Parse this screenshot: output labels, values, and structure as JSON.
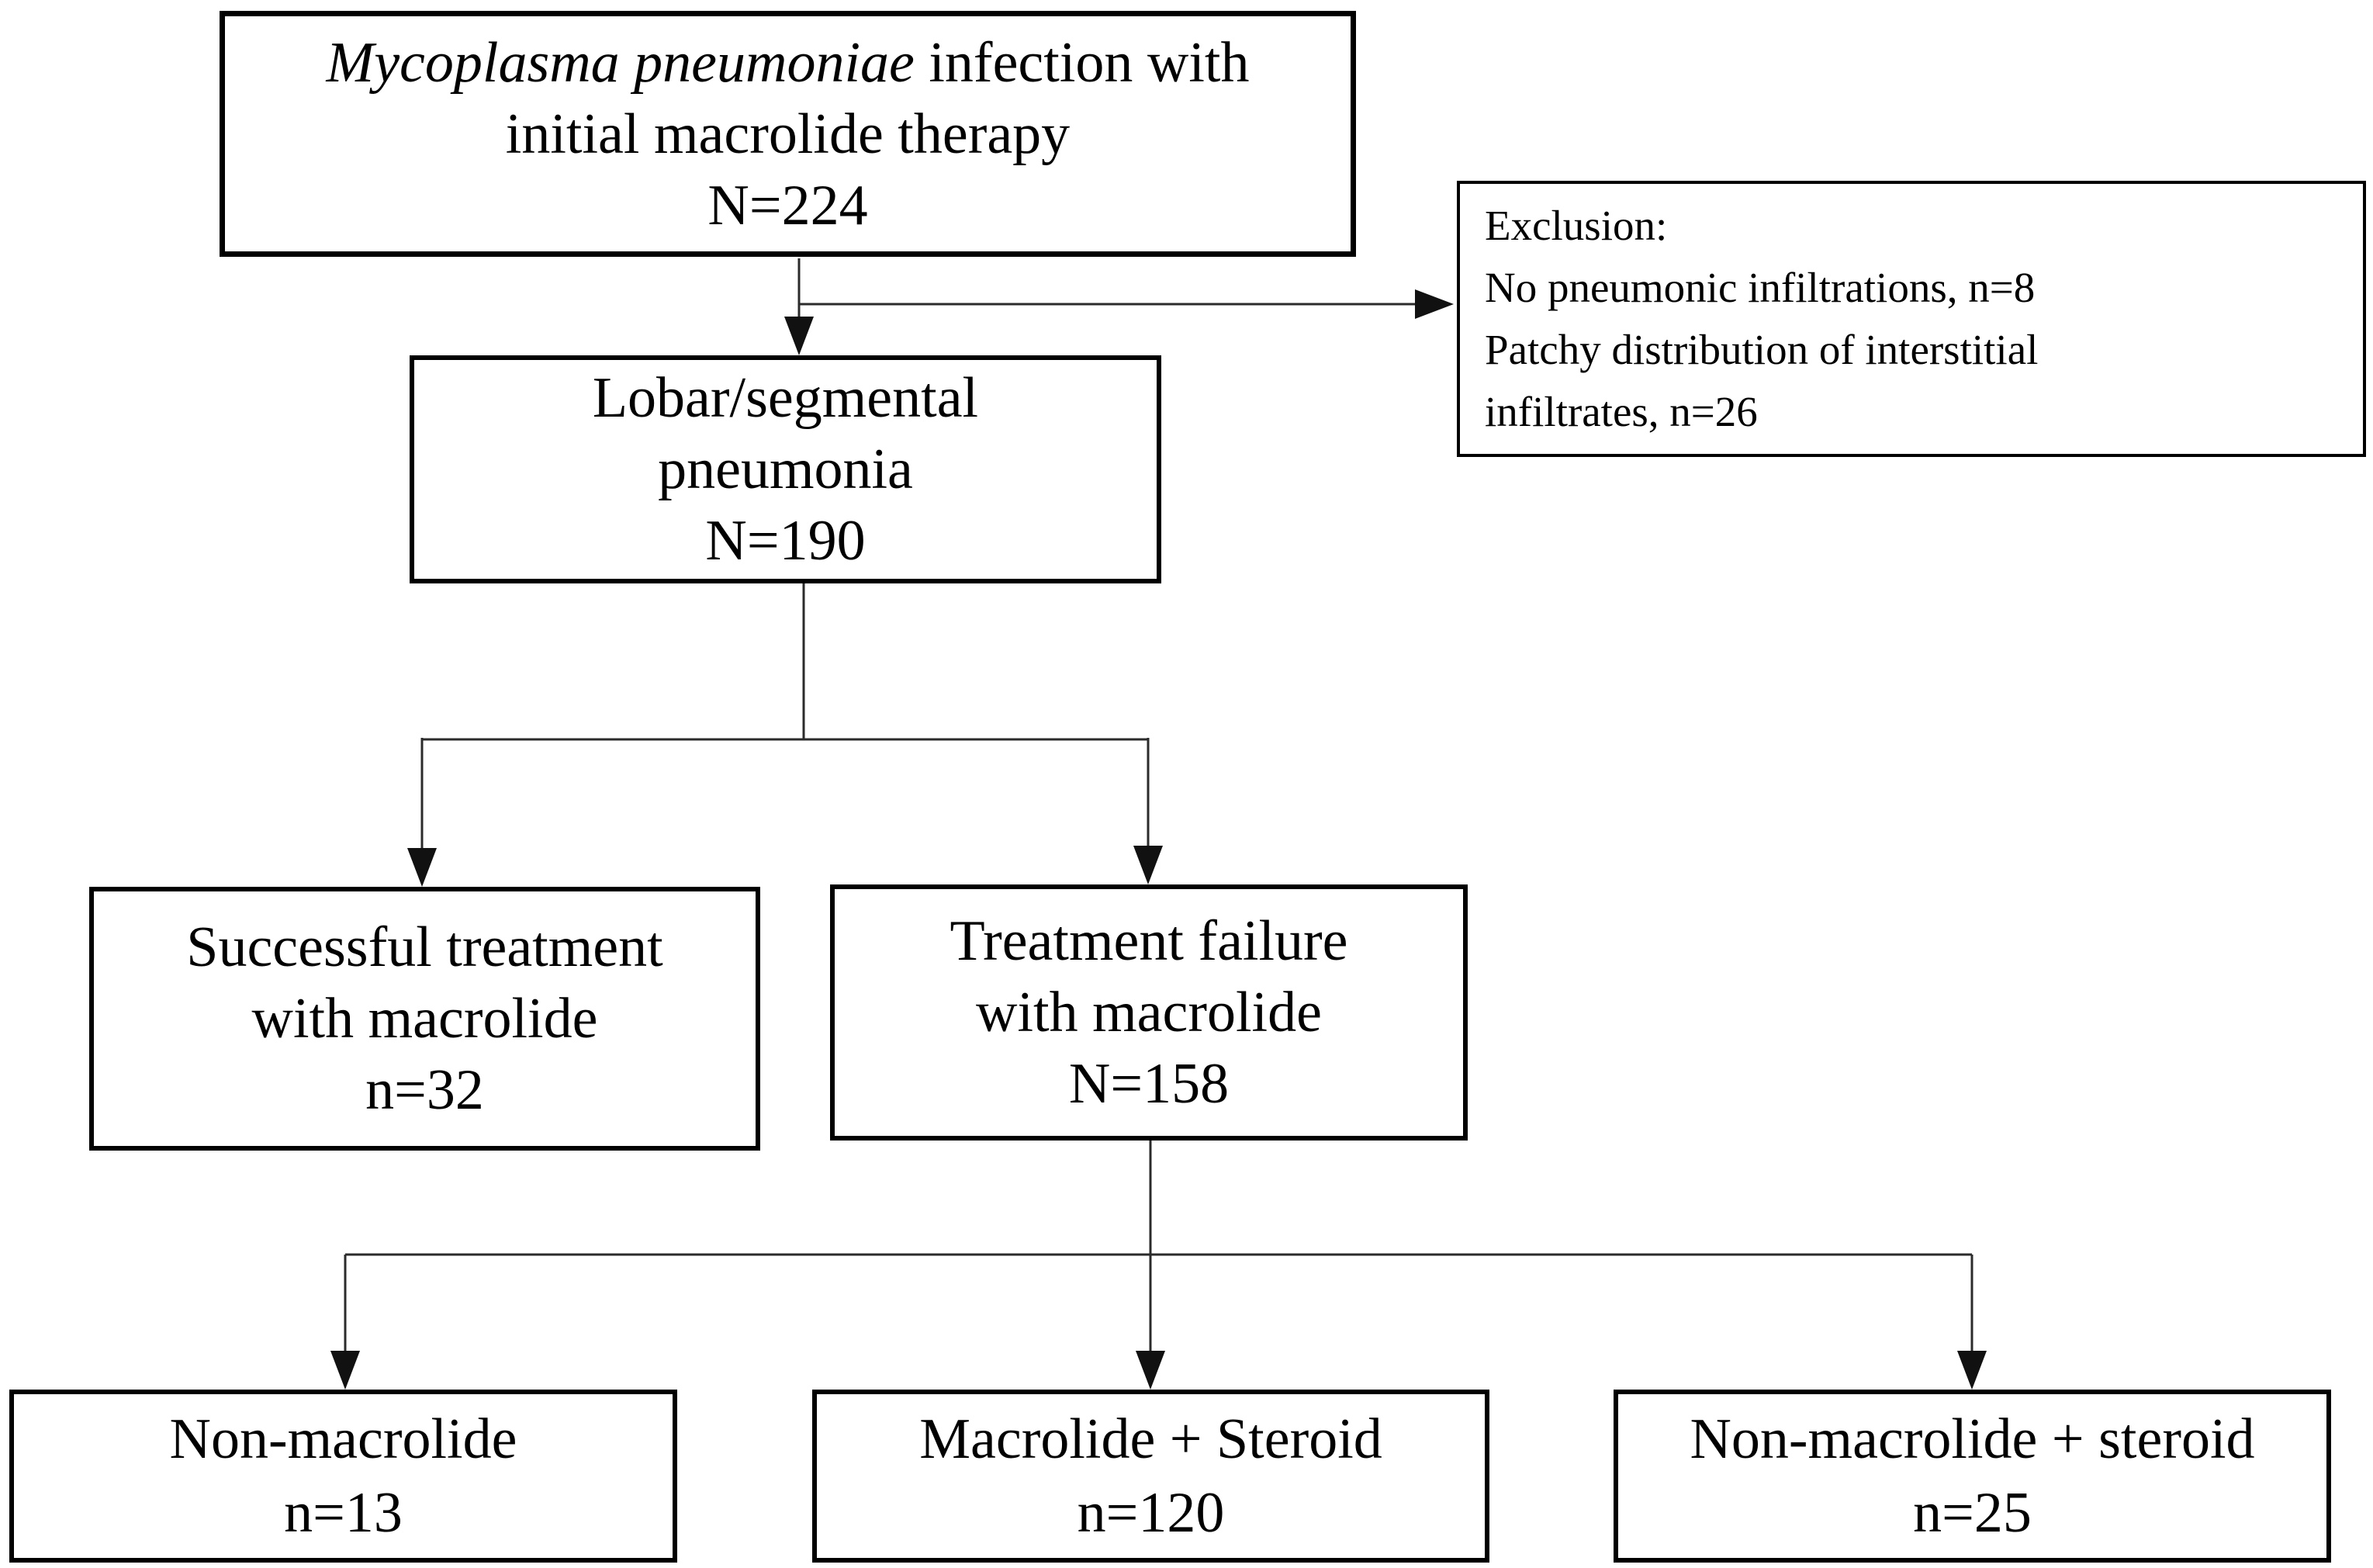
{
  "figure": {
    "background": "#ffffff",
    "border_color": "#000000",
    "text_color": "#000000",
    "connector_color": "#2b2b2b"
  },
  "boxes": {
    "infection": {
      "title_italic": "Mycoplasma pneumoniae",
      "title_rest": " infection with",
      "line2": "initial macrolide therapy",
      "count": "N=224"
    },
    "exclusion": {
      "line1": "Exclusion:",
      "line2": "No pneumonic infiltrations, n=8",
      "line3": "Patchy distribution of interstitial",
      "line4": "infiltrates, n=26"
    },
    "lobar": {
      "line1": "Lobar/segmental",
      "line2": "pneumonia",
      "count": "N=190"
    },
    "success": {
      "line1": "Successful treatment",
      "line2": "with macrolide",
      "count": "n=32"
    },
    "failure": {
      "line1": "Treatment failure",
      "line2": "with macrolide",
      "count": "N=158"
    },
    "non_macrolide": {
      "line1": "Non-macrolide",
      "count": "n=13"
    },
    "macrolide_steroid": {
      "line1": "Macrolide + Steroid",
      "count": "n=120"
    },
    "non_macrolide_steroid": {
      "line1": "Non-macrolide + steroid",
      "count": "n=25"
    }
  }
}
